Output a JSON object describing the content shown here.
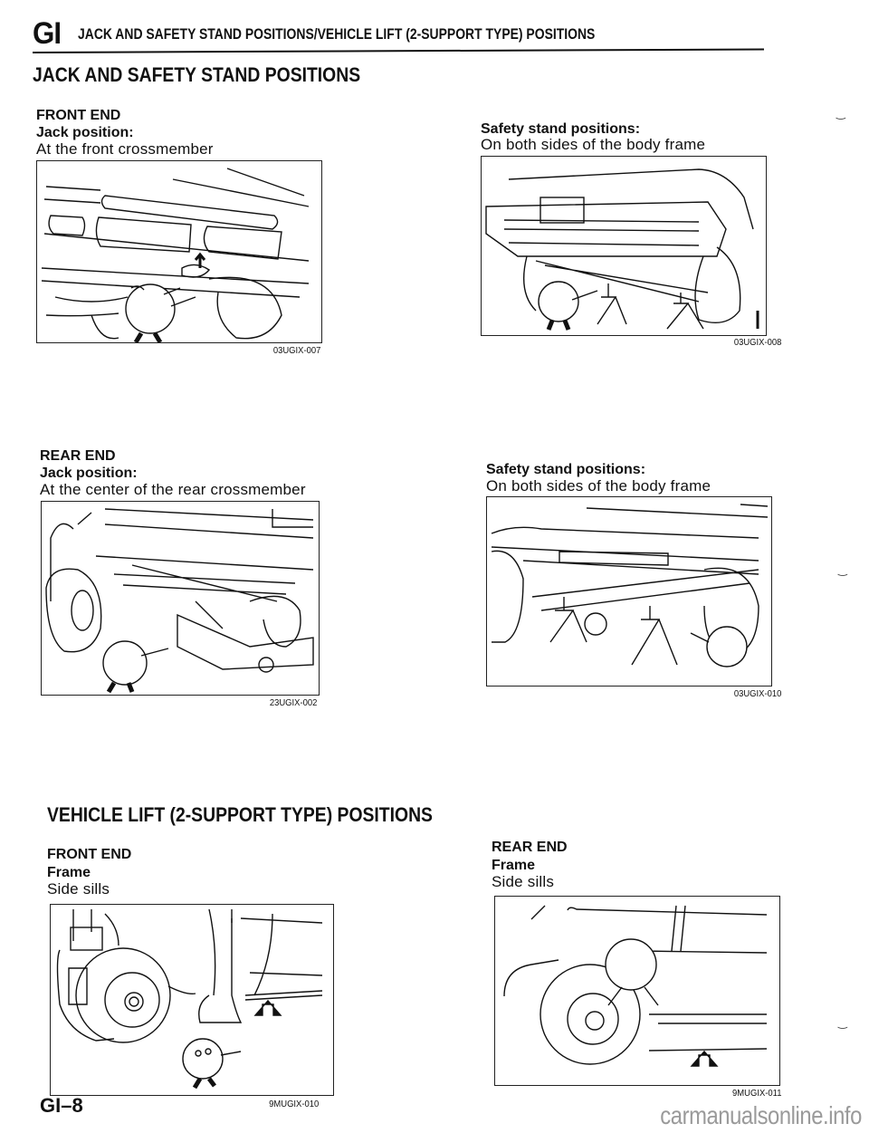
{
  "header": {
    "section_code": "GI",
    "title": "JACK AND SAFETY STAND POSITIONS/VEHICLE LIFT (2-SUPPORT TYPE) POSITIONS"
  },
  "jack_section": {
    "title": "JACK AND SAFETY STAND POSITIONS",
    "front_end": {
      "heading": "FRONT END",
      "jack": {
        "label": "Jack position:",
        "text": "At the front crossmember",
        "figure_code": "03UGIX-007"
      },
      "stand": {
        "label": "Safety stand positions:",
        "text": "On both sides of the body frame",
        "figure_code": "03UGIX-008"
      }
    },
    "rear_end": {
      "heading": "REAR END",
      "jack": {
        "label": "Jack position:",
        "text": "At the center of the rear crossmember",
        "figure_code": "23UGIX-002"
      },
      "stand": {
        "label": "Safety stand positions:",
        "text": "On both sides of the body frame",
        "figure_code": "03UGIX-010"
      }
    }
  },
  "lift_section": {
    "title": "VEHICLE LIFT (2-SUPPORT TYPE) POSITIONS",
    "front_end": {
      "heading": "FRONT END",
      "label": "Frame",
      "text": "Side sills",
      "figure_code": "9MUGIX-010"
    },
    "rear_end": {
      "heading": "REAR END",
      "label": "Frame",
      "text": "Side sills",
      "figure_code": "9MUGIX-011"
    }
  },
  "footer": {
    "page_number": "GI–8",
    "watermark": "carmanualsonline.info"
  },
  "icons": {
    "mascot": "mascot-character-icon",
    "arrow": "up-arrow-icon",
    "stand": "safety-stand-icon",
    "jack": "floor-jack-icon"
  },
  "colors": {
    "ink": "#111111",
    "paper": "#ffffff",
    "watermark": "#9a9a9a"
  }
}
